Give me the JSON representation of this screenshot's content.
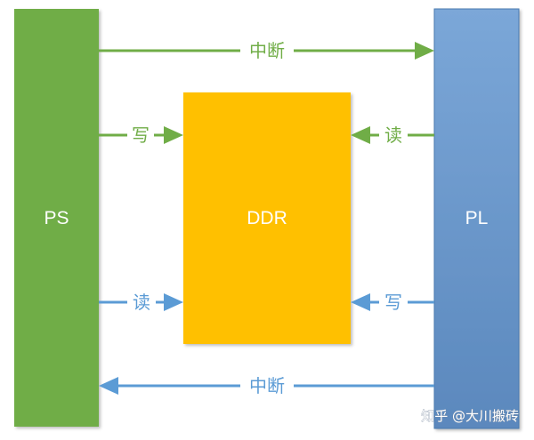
{
  "blocks": {
    "ps": "PS",
    "ddr": "DDR",
    "pl": "PL"
  },
  "arrows": {
    "top_interrupt": "中断",
    "ps_write": "写",
    "pl_read": "读",
    "ps_read": "读",
    "pl_write": "写",
    "bottom_interrupt": "中断"
  },
  "watermark": "知乎 @大川搬砖",
  "colors": {
    "ps": "#70ad47",
    "ddr": "#ffc000",
    "pl": "#5b9bd5",
    "green_arrow": "#70ad47",
    "blue_arrow": "#5b9bd5"
  }
}
